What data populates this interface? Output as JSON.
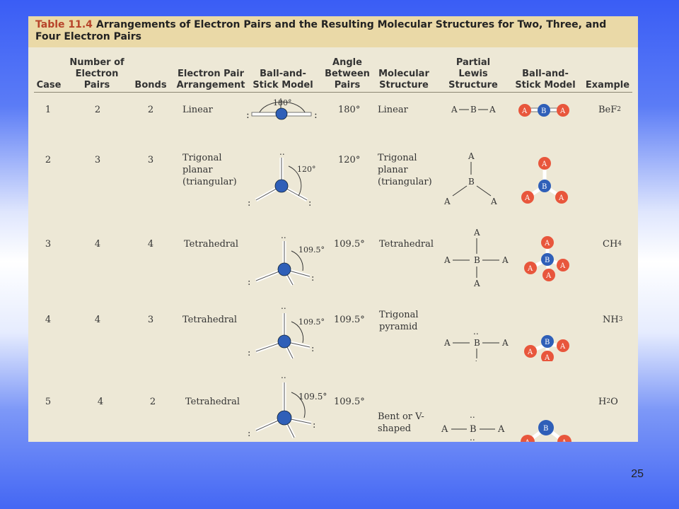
{
  "table": {
    "number": "Table 11.4",
    "title": "Arrangements of Electron Pairs and the Resulting Molecular Structures for Two, Three, and Four Electron Pairs",
    "headers": {
      "case": "Case",
      "electron_pairs": "Number of Electron Pairs",
      "bonds": "Bonds",
      "arrangement": "Electron Pair Arrangement",
      "ball_stick_1": "Ball-and- Stick Model",
      "angle": "Angle Between Pairs",
      "molecular_structure": "Molecular Structure",
      "lewis": "Partial Lewis Structure",
      "ball_stick_2": "Ball-and- Stick Model",
      "example": "Example"
    },
    "rows": [
      {
        "case": "1",
        "pairs": "2",
        "bonds": "2",
        "arrangement": "Linear",
        "model_angle": "180°",
        "angle": "180°",
        "structure": "Linear",
        "example_base": "BeF",
        "example_sub": "2"
      },
      {
        "case": "2",
        "pairs": "3",
        "bonds": "3",
        "arrangement": "Trigonal planar (triangular)",
        "model_angle": "120°",
        "angle": "120°",
        "structure": "Trigonal planar (triangular)",
        "example_base": "",
        "example_sub": ""
      },
      {
        "case": "3",
        "pairs": "4",
        "bonds": "4",
        "arrangement": "Tetrahedral",
        "model_angle": "109.5°",
        "angle": "109.5°",
        "structure": "Tetrahedral",
        "example_base": "CH",
        "example_sub": "4"
      },
      {
        "case": "4",
        "pairs": "4",
        "bonds": "3",
        "arrangement": "Tetrahedral",
        "model_angle": "109.5°",
        "angle": "109.5°",
        "structure": "Trigonal pyramid",
        "example_base": "NH",
        "example_sub": "3"
      },
      {
        "case": "5",
        "pairs": "4",
        "bonds": "2",
        "arrangement": "Tetrahedral",
        "model_angle": "109.5°",
        "angle": "109.5°",
        "structure": "Bent or V-shaped",
        "example_base": "H",
        "example_sub": "2",
        "example_tail": "O"
      }
    ],
    "atom_labels": {
      "outer": "A",
      "central": "B",
      "lone_pair": ":"
    }
  },
  "colors": {
    "central_atom": "#2f5fb8",
    "outer_atom": "#e8563c",
    "title_bar": "#ead9a7",
    "table_body": "#ede8d6"
  },
  "page_number": "25"
}
